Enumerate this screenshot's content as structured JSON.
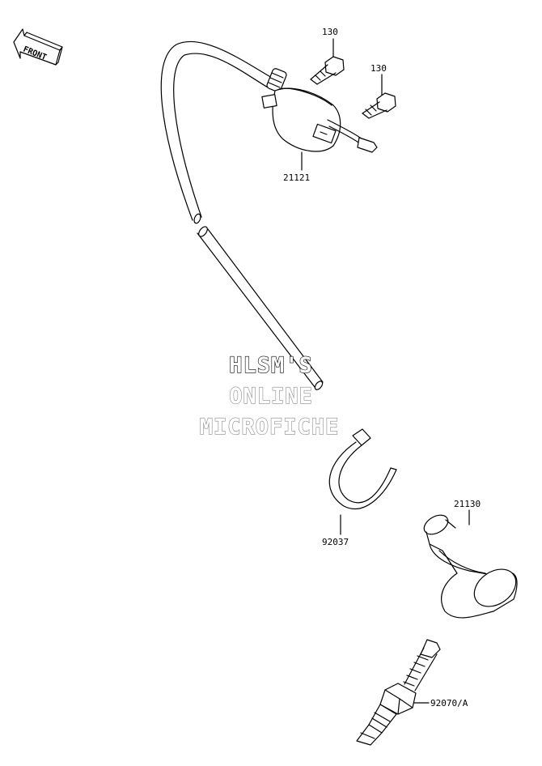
{
  "diagram": {
    "front_arrow": {
      "label": "FRONT"
    },
    "watermark": {
      "line1": "HLSM'S",
      "line2": "ONLINE",
      "line3": "MICROFICHE"
    },
    "parts": [
      {
        "id": "bolt-a",
        "number": "130"
      },
      {
        "id": "bolt-b",
        "number": "130"
      },
      {
        "id": "ignition-coil",
        "number": "21121"
      },
      {
        "id": "clamp",
        "number": "92037"
      },
      {
        "id": "plug-cap",
        "number": "21130"
      },
      {
        "id": "spark-plug",
        "number": "92070/A"
      }
    ]
  }
}
